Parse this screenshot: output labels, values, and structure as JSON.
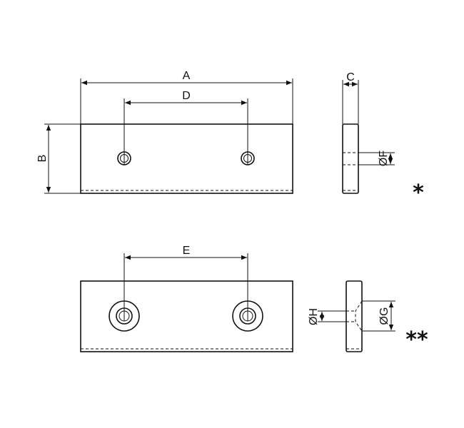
{
  "dimensions": {
    "A": "A",
    "B": "B",
    "C": "C",
    "D": "D",
    "E": "E",
    "F": "ØF",
    "G": "ØG",
    "H": "ØH"
  },
  "variants": {
    "single": "*",
    "double": "**"
  }
}
